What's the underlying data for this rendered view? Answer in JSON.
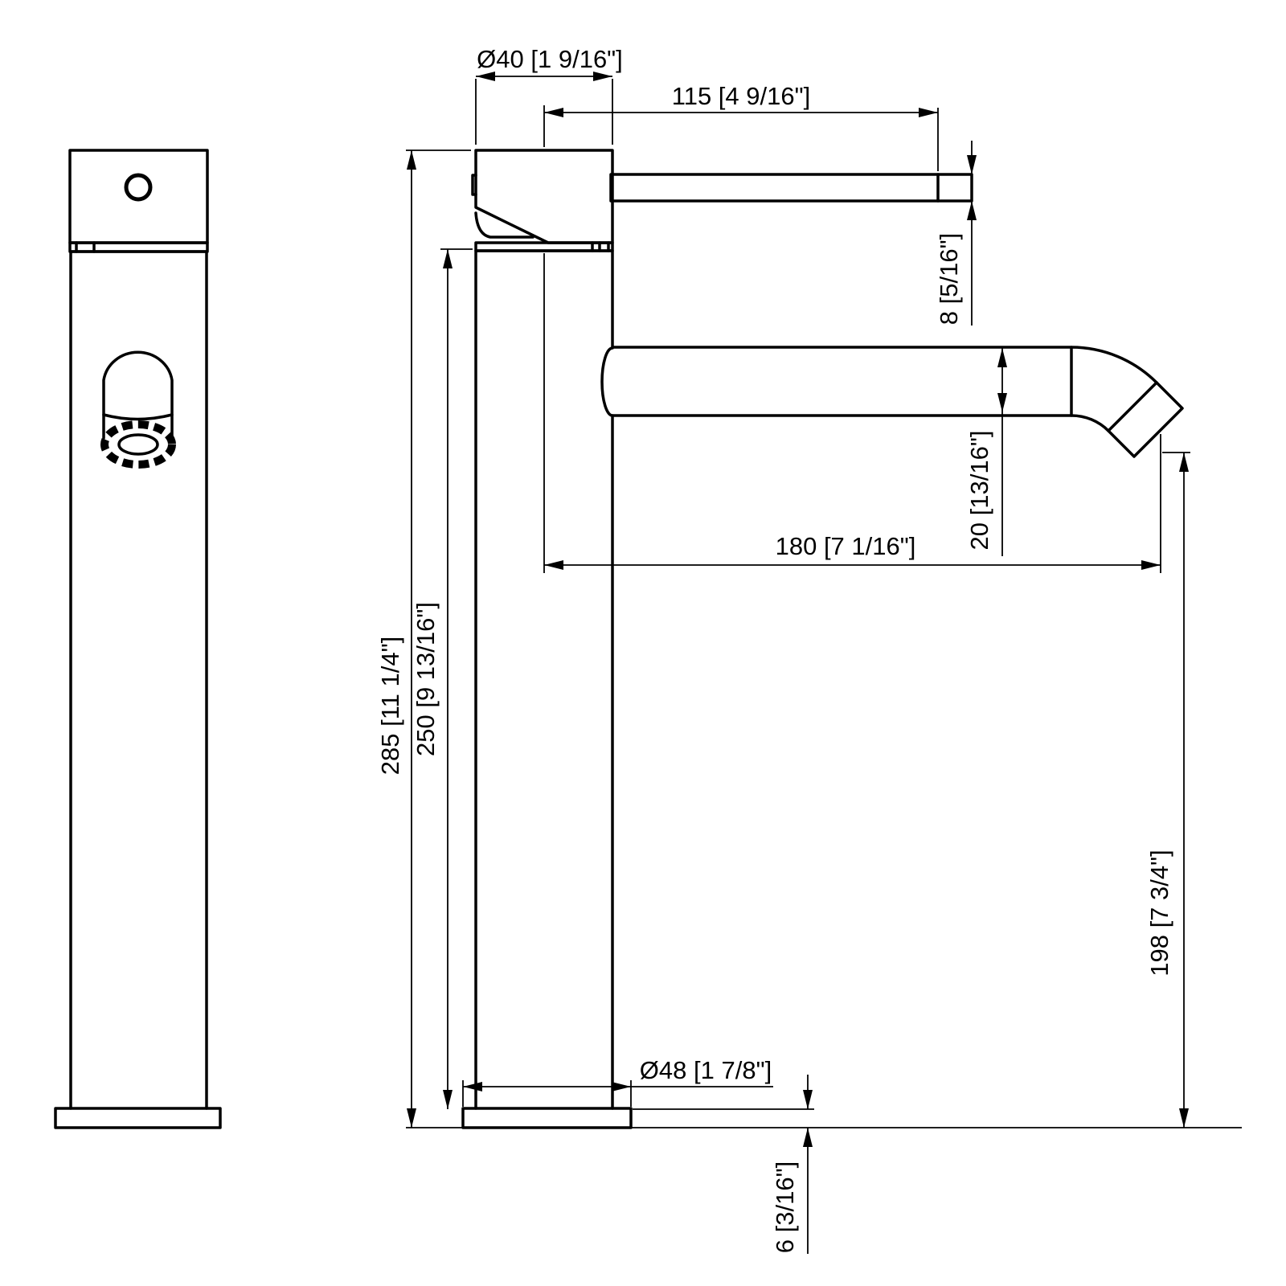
{
  "drawing": {
    "title": "faucet-dimensional-drawing",
    "background_color": "#ffffff",
    "line_color": "#000000",
    "views": {
      "front_view_name": "front-view",
      "side_view_name": "side-view"
    },
    "dimensions": {
      "top_diameter": "Ø40 [1 9/16\"]",
      "handle_length": "115 [4 9/16\"]",
      "handle_thickness": "8 [5/16\"]",
      "spout_diameter": "20 [13/16\"]",
      "spout_reach": "180 [7 1/16\"]",
      "spout_outlet_height": "198 [7 3/4\"]",
      "total_height": "285 [11 1/4\"]",
      "body_height": "250 [9 13/16\"]",
      "base_diameter": "Ø48 [1 7/8\"]",
      "base_height": "6 [3/16\"]"
    }
  }
}
